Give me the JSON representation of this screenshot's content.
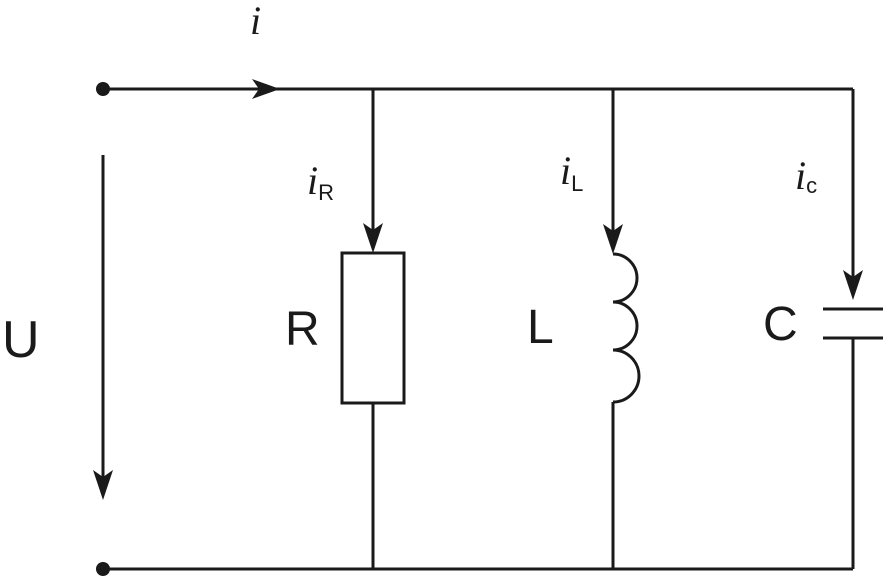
{
  "diagram": {
    "voltage": "U",
    "total_current": "i",
    "resistor": {
      "label": "R",
      "current": "i",
      "current_sub": "R"
    },
    "inductor": {
      "label": "L",
      "current": "i",
      "current_sub": "L"
    },
    "capacitor": {
      "label": "C",
      "current": "i",
      "current_sub": "c"
    }
  }
}
